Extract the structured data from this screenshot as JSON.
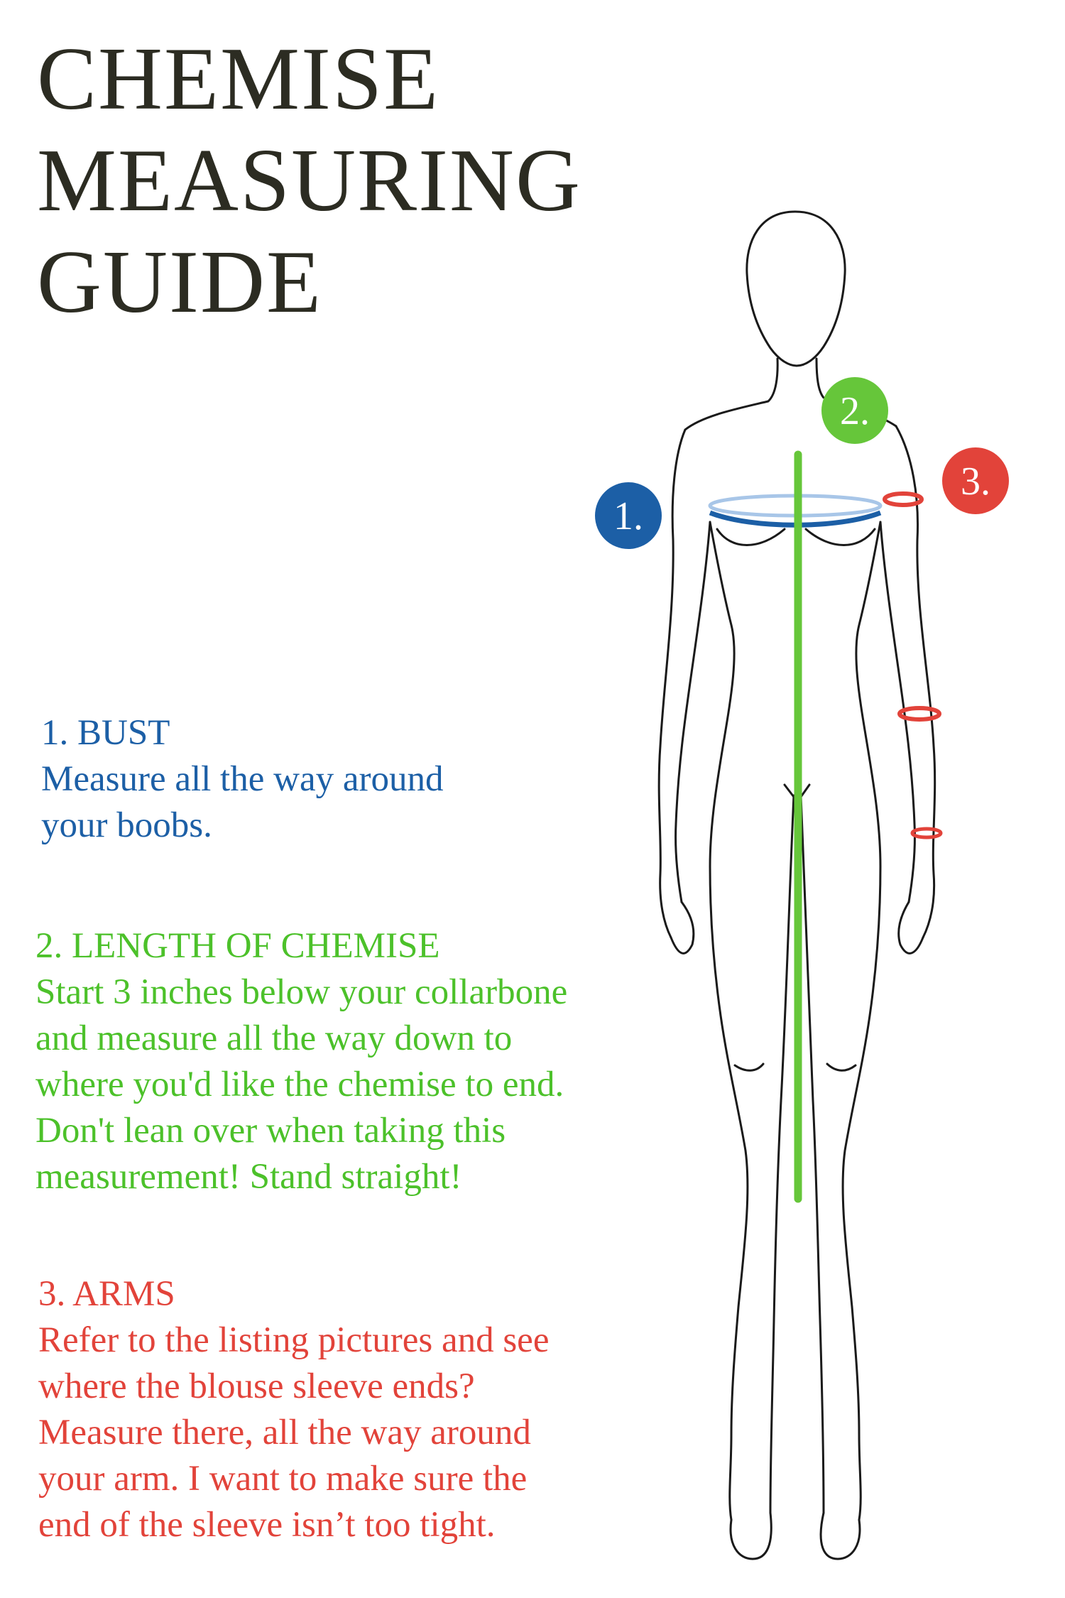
{
  "title": {
    "line1": "CHEMISE",
    "line2": "MEASURING",
    "line3": "GUIDE"
  },
  "sections": [
    {
      "heading": "1. BUST",
      "body": "Measure all the way around\nyour boobs.",
      "color": "#1c5fa6"
    },
    {
      "heading": "2. LENGTH OF CHEMISE",
      "body": "Start 3 inches below your collarbone\nand measure all the way down to\nwhere you'd like the chemise to end.\nDon't lean over when taking this\nmeasurement! Stand straight!",
      "color": "#4cc12a"
    },
    {
      "heading": "3. ARMS",
      "body": "Refer to the listing pictures and see\nwhere the blouse sleeve ends?\nMeasure there, all the way around\nyour arm. I want to make sure the\nend of the sleeve isn’t too tight.",
      "color": "#e2433a"
    }
  ],
  "markers": [
    {
      "label": "1.",
      "color": "#1c5fa6"
    },
    {
      "label": "2.",
      "color": "#66c63a"
    },
    {
      "label": "3.",
      "color": "#e2433a"
    }
  ],
  "outline_color": "#1a1a1a"
}
